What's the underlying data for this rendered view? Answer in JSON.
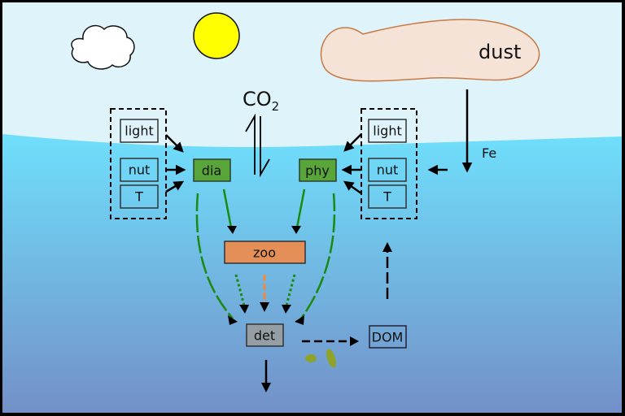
{
  "title": "Ocean biogeochemistry model schematic",
  "colors": {
    "sky": "#dff3fa",
    "water_top": "#6fdffc",
    "water_bottom": "#7390c8",
    "sun": "#ffff00",
    "cloud": "#ffffff",
    "dust_fill": "#f5e3d8",
    "dust_stroke": "#c87a45",
    "phyto_box": "#58a53a",
    "zoo_box": "#e38f57",
    "det_box": "#969ea5",
    "flow_green": "#1a8a10",
    "flow_orange": "#f08a3c",
    "particle": "#8fa22a",
    "border": "#000000"
  },
  "sky_labels": {
    "dust": "dust",
    "fe": "Fe",
    "co2_main": "CO",
    "co2_sub": "2"
  },
  "left_drivers": {
    "light": "light",
    "nut": "nut",
    "t": "T"
  },
  "right_drivers": {
    "light": "light",
    "nut": "nut",
    "t": "T"
  },
  "compartments": {
    "dia": "dia",
    "phy": "phy",
    "zoo": "zoo",
    "det": "det",
    "dom": "DOM"
  }
}
